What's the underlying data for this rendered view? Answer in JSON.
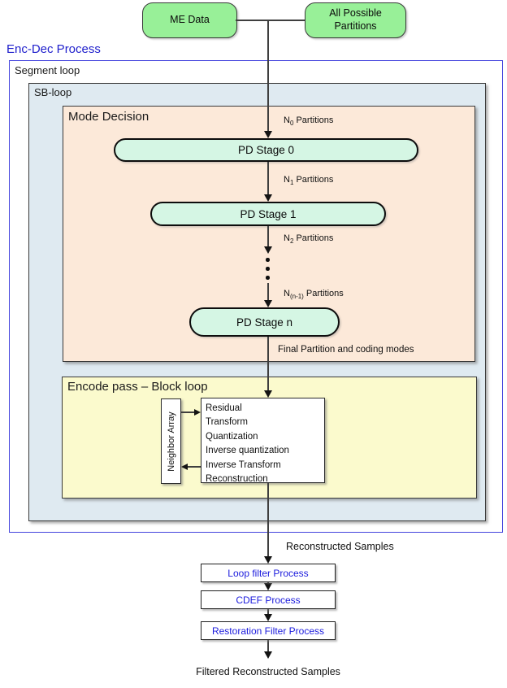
{
  "inputs": {
    "me_data": "ME Data",
    "all_partitions": "All Possible Partitions"
  },
  "enc_dec": {
    "title": "Enc-Dec Process",
    "segment_loop": "Segment loop",
    "sb_loop": "SB-loop"
  },
  "mode_decision": {
    "title": "Mode Decision",
    "stages": [
      "PD Stage 0",
      "PD Stage 1",
      "PD Stage n"
    ],
    "partition_labels": [
      {
        "base": "N",
        "sub": "0",
        "rest": " Partitions"
      },
      {
        "base": "N",
        "sub": "1",
        "rest": " Partitions"
      },
      {
        "base": "N",
        "sub": "2",
        "rest": " Partitions"
      },
      {
        "base": "N",
        "sub": "(n-1)",
        "rest": " Partitions"
      }
    ],
    "final_label": "Final Partition and coding modes"
  },
  "encode_pass": {
    "title": "Encode pass – Block loop",
    "neighbor_array": "Neighbor Array",
    "steps": [
      "Residual",
      "Transform",
      "Quantization",
      "Inverse quantization",
      "Inverse Transform",
      "Reconstruction"
    ]
  },
  "post": {
    "reconstructed": "Reconstructed Samples",
    "filters": [
      "Loop filter Process",
      "CDEF Process",
      "Restoration Filter Process"
    ],
    "filtered": "Filtered Reconstructed Samples"
  },
  "colors": {
    "input_green": "#98F098",
    "stage_mint": "#D5F6E4",
    "mode_decision_peach": "#FCE9D9",
    "encode_pass_yellow": "#FBFACD",
    "sb_loop_blue": "#DFEAF1",
    "frame_blue": "#4444DD",
    "process_text_blue": "#1B1BDD",
    "title_blue": "#2020CC"
  }
}
